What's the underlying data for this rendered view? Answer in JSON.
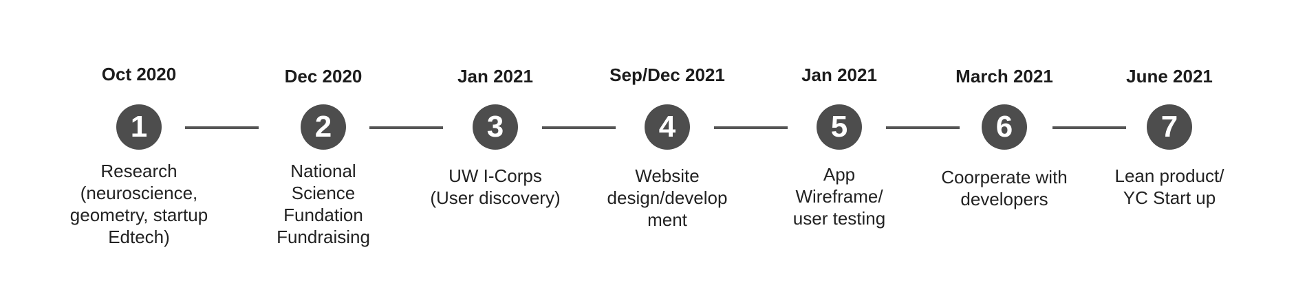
{
  "timeline": {
    "line_color": "#555555",
    "circle_color": "#4d4d4d",
    "steps": [
      {
        "number": "1",
        "date": "Oct 2020",
        "description": "Research\n(neuroscience,\ngeometry, startup\nEdtech)"
      },
      {
        "number": "2",
        "date": "Dec 2020",
        "description": "National\nScience\nFundation\nFundraising"
      },
      {
        "number": "3",
        "date": "Jan 2021",
        "description": "UW I-Corps\n(User discovery)"
      },
      {
        "number": "4",
        "date": "Sep/Dec 2021",
        "description": "Website\ndesign/develop\nment"
      },
      {
        "number": "5",
        "date": "Jan 2021",
        "description": "App\nWireframe/\nuser testing"
      },
      {
        "number": "6",
        "date": "March 2021",
        "description": "Coorperate with\ndevelopers"
      },
      {
        "number": "7",
        "date": "June 2021",
        "description": "Lean product/\nYC Start up"
      }
    ]
  }
}
